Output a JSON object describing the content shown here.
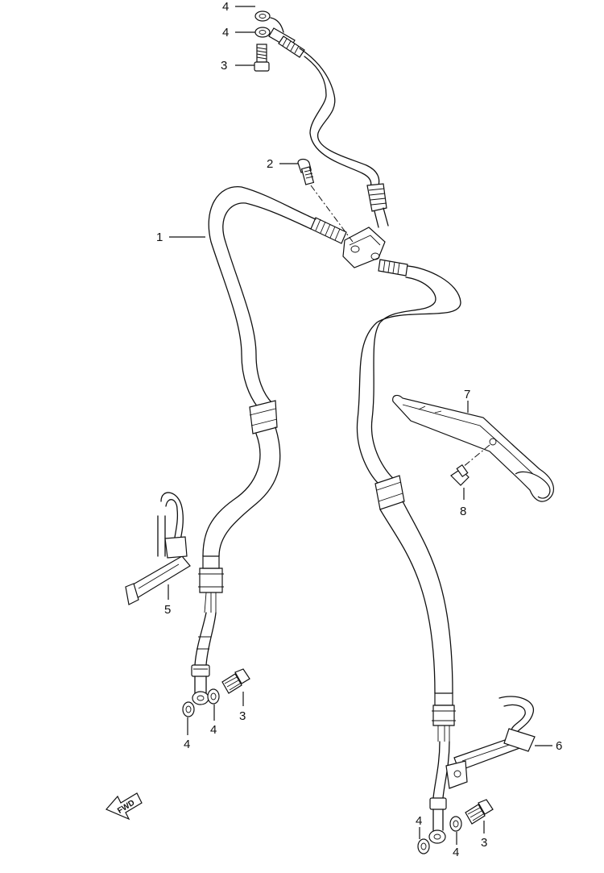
{
  "diagram": {
    "callouts": {
      "c1": "1",
      "c2": "2",
      "c3_top": "3",
      "c3_left": "3",
      "c3_bottom": "3",
      "c4_top1": "4",
      "c4_top2": "4",
      "c4_left1": "4",
      "c4_left2": "4",
      "c4_bottom1": "4",
      "c4_bottom2": "4",
      "c5": "5",
      "c6": "6",
      "c7": "7",
      "c8": "8"
    },
    "fwd_label": "FWD"
  }
}
